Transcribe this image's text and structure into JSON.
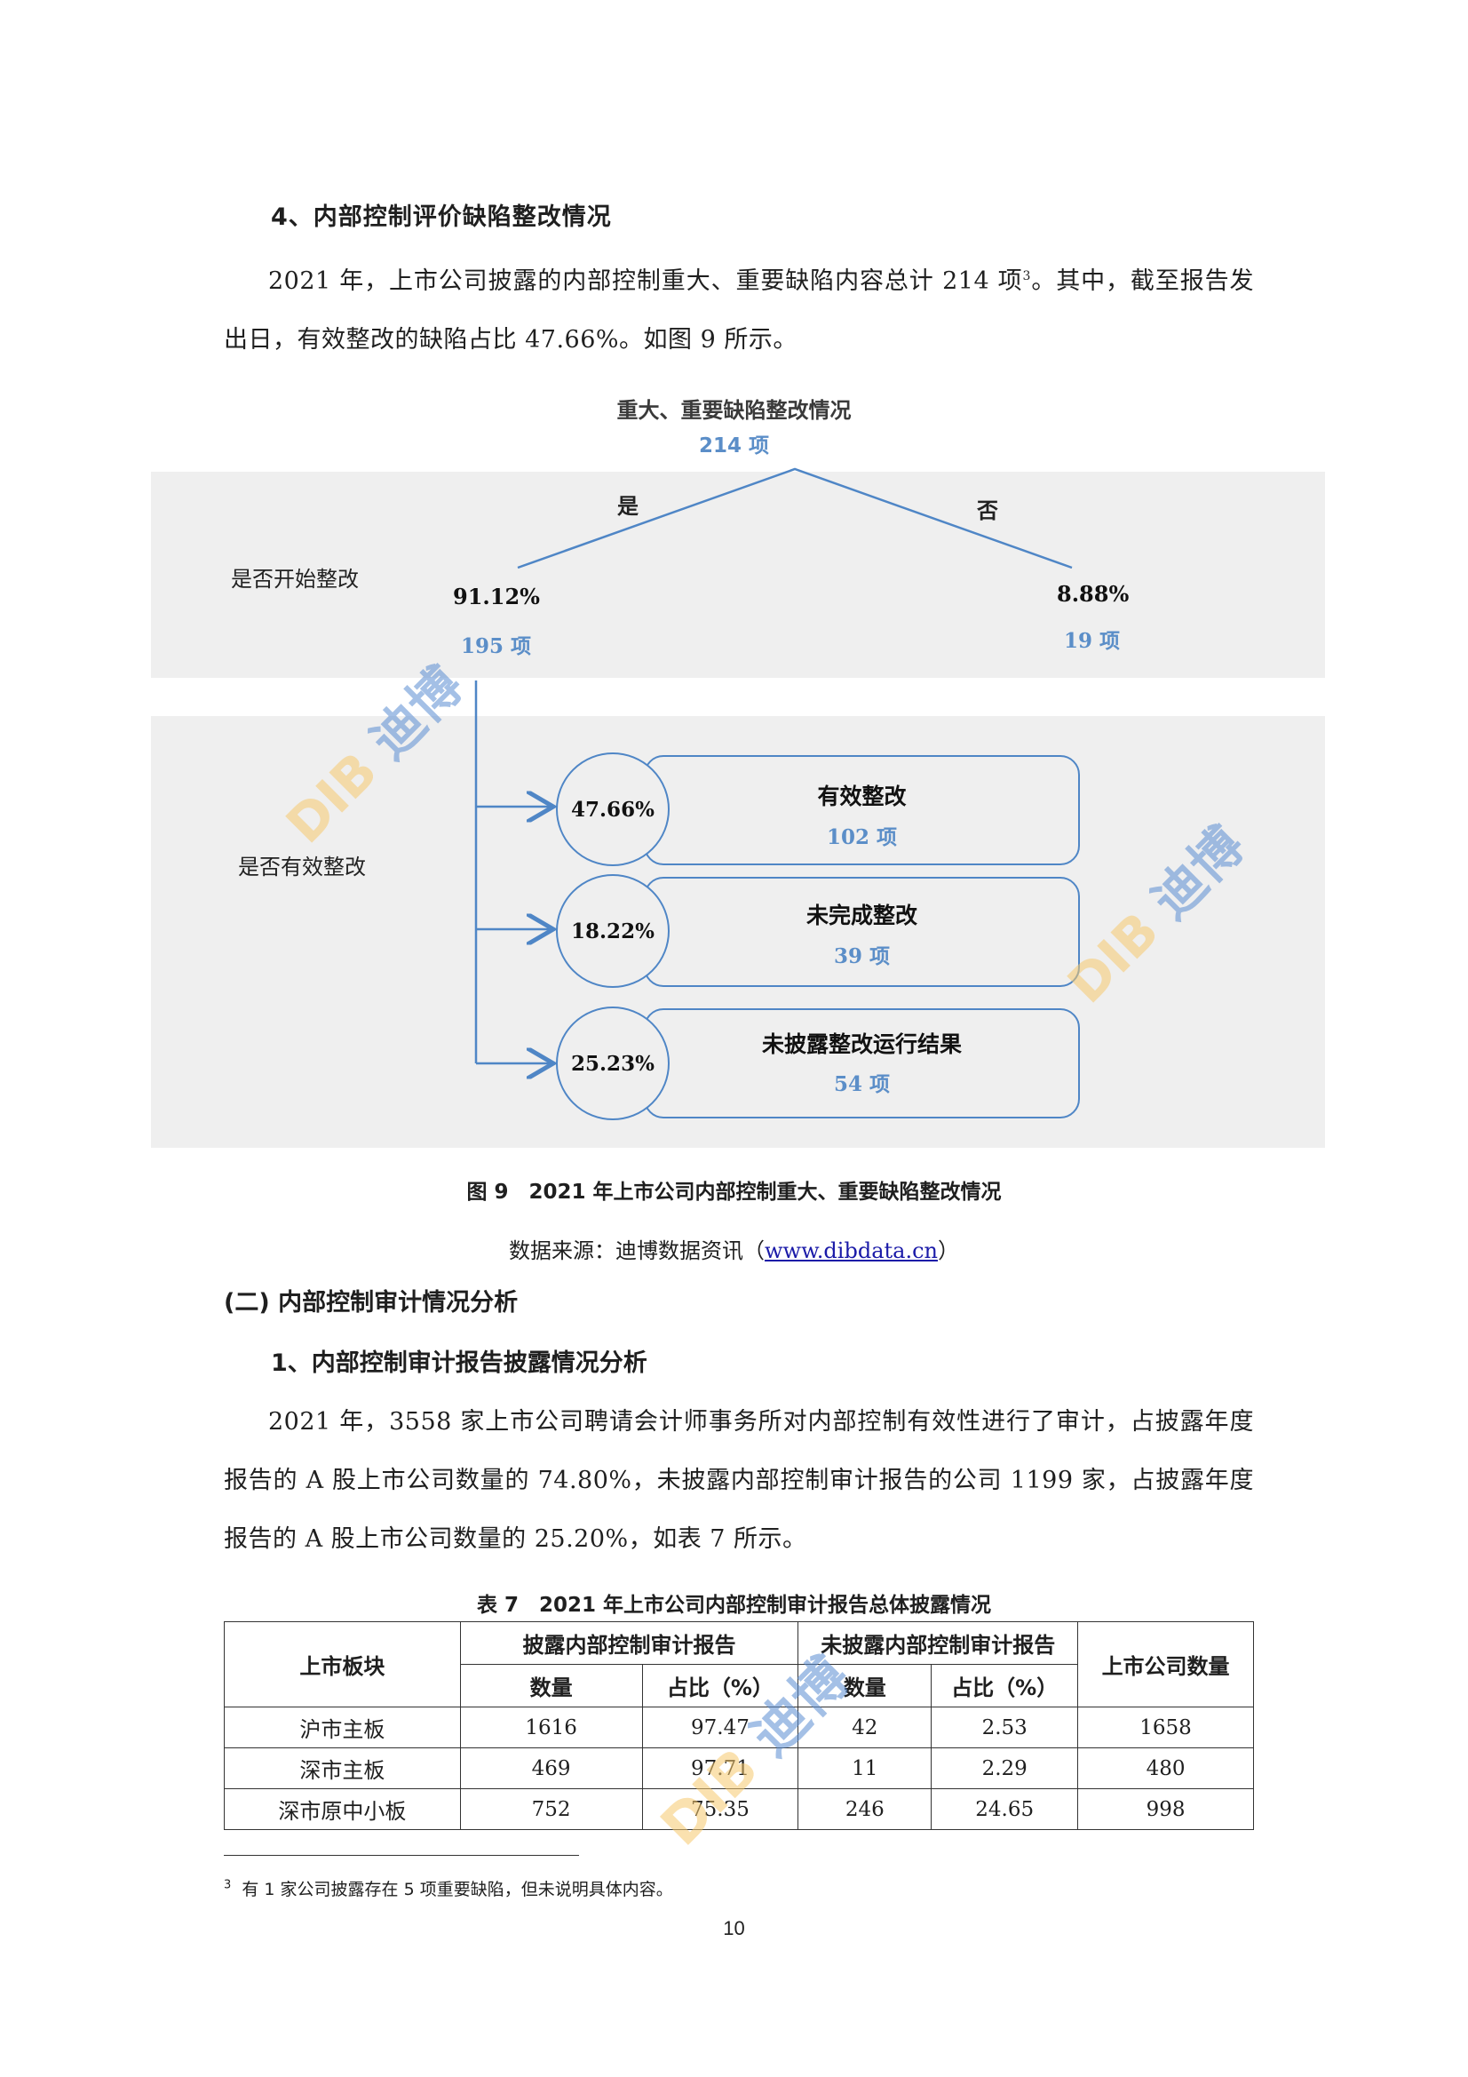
{
  "heading_4": "4、内部控制评价缺陷整改情况",
  "para1": {
    "text_before": "2021 年，上市公司披露的内部控制重大、重要缺陷内容总计 214 项",
    "footnote_ref": "3",
    "text_after": "。其中，截至报告发出日，有效整改的缺陷占比 47.66%。如图 9 所示。"
  },
  "diagram": {
    "title": "重大、重要缺陷整改情况",
    "total": "214 项",
    "row1_label": "是否开始整改",
    "row2_label": "是否有效整改",
    "yes_label": "是",
    "no_label": "否",
    "yes_pct": "91.12%",
    "yes_count": "195 项",
    "no_pct": "8.88%",
    "no_count": "19 项",
    "items": [
      {
        "pct": "47.66%",
        "title": "有效整改",
        "count": "102 项"
      },
      {
        "pct": "18.22%",
        "title": "未完成整改",
        "count": "39 项"
      },
      {
        "pct": "25.23%",
        "title": "未披露整改运行结果",
        "count": "54 项"
      }
    ],
    "line_color": "#4f86c6"
  },
  "figure_caption": "图 9　2021 年上市公司内部控制重大、重要缺陷整改情况",
  "source": {
    "prefix": "数据来源：迪博数据资讯（",
    "link": "www.dibdata.cn",
    "suffix": "）"
  },
  "heading_2": "(二) 内部控制审计情况分析",
  "heading_3": "1、内部控制审计报告披露情况分析",
  "para2": "2021 年，3558 家上市公司聘请会计师事务所对内部控制有效性进行了审计，占披露年度报告的 A 股上市公司数量的 74.80%，未披露内部控制审计报告的公司 1199 家，占披露年度报告的 A 股上市公司数量的 25.20%，如表 7 所示。",
  "table_caption": "表 7　2021 年上市公司内部控制审计报告总体披露情况",
  "table": {
    "col_board": "上市板块",
    "group_disclosed": "披露内部控制审计报告",
    "group_undisclosed": "未披露内部控制审计报告",
    "col_total": "上市公司数量",
    "sub_count": "数量",
    "sub_ratio": "占比（%）",
    "rows": [
      {
        "board": "沪市主板",
        "d_count": "1616",
        "d_ratio": "97.47",
        "u_count": "42",
        "u_ratio": "2.53",
        "total": "1658"
      },
      {
        "board": "深市主板",
        "d_count": "469",
        "d_ratio": "97.71",
        "u_count": "11",
        "u_ratio": "2.29",
        "total": "480"
      },
      {
        "board": "深市原中小板",
        "d_count": "752",
        "d_ratio": "75.35",
        "u_count": "246",
        "u_ratio": "24.65",
        "total": "998"
      }
    ]
  },
  "footnote": {
    "mark": "3",
    "text": "有 1 家公司披露存在 5 项重要缺陷，但未说明具体内容。"
  },
  "page_number": "10",
  "watermark": {
    "en": "DIB",
    "cn": "迪博"
  }
}
